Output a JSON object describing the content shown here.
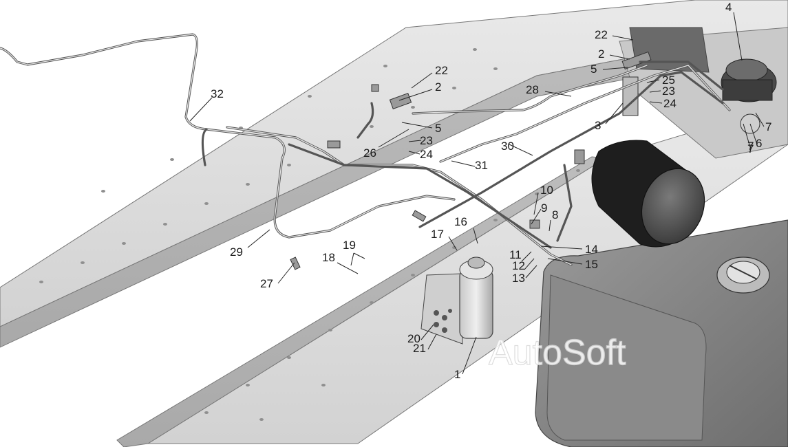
{
  "diagram": {
    "watermark": "AutoSoft",
    "callouts": [
      {
        "id": "c4",
        "text": "4"
      },
      {
        "id": "c22a",
        "text": "22"
      },
      {
        "id": "c2a",
        "text": "2"
      },
      {
        "id": "c5a",
        "text": "5"
      },
      {
        "id": "c25",
        "text": "25"
      },
      {
        "id": "c23a",
        "text": "23"
      },
      {
        "id": "c24a",
        "text": "24"
      },
      {
        "id": "c28",
        "text": "28"
      },
      {
        "id": "c3",
        "text": "3"
      },
      {
        "id": "c7a",
        "text": "7"
      },
      {
        "id": "c7b",
        "text": "7"
      },
      {
        "id": "c6",
        "text": "6"
      },
      {
        "id": "c7c",
        "text": "7"
      },
      {
        "id": "c32",
        "text": "32"
      },
      {
        "id": "c22b",
        "text": "22"
      },
      {
        "id": "c2b",
        "text": "2"
      },
      {
        "id": "c5b",
        "text": "5"
      },
      {
        "id": "c23b",
        "text": "23"
      },
      {
        "id": "c26",
        "text": "26"
      },
      {
        "id": "c24b",
        "text": "24"
      },
      {
        "id": "c30",
        "text": "30"
      },
      {
        "id": "c31",
        "text": "31"
      },
      {
        "id": "c10",
        "text": "10"
      },
      {
        "id": "c9",
        "text": "9"
      },
      {
        "id": "c8",
        "text": "8"
      },
      {
        "id": "c16",
        "text": "16"
      },
      {
        "id": "c17",
        "text": "17"
      },
      {
        "id": "c14",
        "text": "14"
      },
      {
        "id": "c15",
        "text": "15"
      },
      {
        "id": "c11",
        "text": "11"
      },
      {
        "id": "c12",
        "text": "12"
      },
      {
        "id": "c13",
        "text": "13"
      },
      {
        "id": "c19",
        "text": "19"
      },
      {
        "id": "c18",
        "text": "18"
      },
      {
        "id": "c29",
        "text": "29"
      },
      {
        "id": "c27",
        "text": "27"
      },
      {
        "id": "c20",
        "text": "20"
      },
      {
        "id": "c21",
        "text": "21"
      },
      {
        "id": "c1",
        "text": "1"
      }
    ]
  }
}
